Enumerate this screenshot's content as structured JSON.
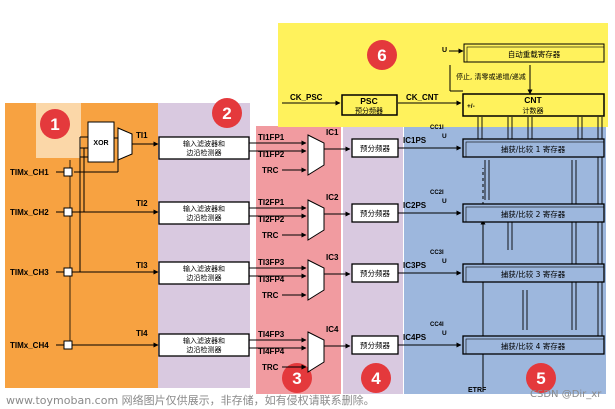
{
  "diagram": {
    "zones": [
      {
        "number": "1",
        "color": "#f7a241"
      },
      {
        "number": "2",
        "color": "#d9c9e0"
      },
      {
        "number": "3",
        "color": "#f19ba0"
      },
      {
        "number": "4",
        "color": "#d9c9e0"
      },
      {
        "number": "5",
        "color": "#9db7dd"
      },
      {
        "number": "6",
        "color": "#fff25c"
      }
    ],
    "inputs": [
      "TIMx_CH1",
      "TIMx_CH2",
      "TIMx_CH3",
      "TIMx_CH4"
    ],
    "xor_label": "XOR",
    "ti_labels": [
      "TI1",
      "TI2",
      "TI3",
      "TI4"
    ],
    "filter_label": [
      "输入滤波器和",
      "边沿检测器"
    ],
    "tifp_labels": [
      [
        "TI1FP1",
        "TI1FP2"
      ],
      [
        "TI2FP1",
        "TI2FP2"
      ],
      [
        "TI3FP3",
        "TI3FP4"
      ],
      [
        "TI4FP3",
        "TI4FP4"
      ]
    ],
    "trc_label": "TRC",
    "ic_labels": [
      "IC1",
      "IC2",
      "IC3",
      "IC4"
    ],
    "prescaler_label": "预分频器",
    "icps_labels": [
      "IC1PS",
      "IC2PS",
      "IC3PS",
      "IC4PS"
    ],
    "cci_labels": [
      "CC1I",
      "CC2I",
      "CC3I",
      "CC4I"
    ],
    "u_label": "U",
    "capture_labels": [
      "捕获/比较 1 寄存器",
      "捕获/比较 2 寄存器",
      "捕获/比较 3 寄存器",
      "捕获/比较 4 寄存器"
    ],
    "etrf_label": "ETRF",
    "ck_psc": "CK_PSC",
    "ck_cnt": "CK_CNT",
    "psc": {
      "title": "PSC",
      "sub": "预分频器"
    },
    "cnt": {
      "title": "CNT",
      "sub": "计数器",
      "pm": "+/-"
    },
    "reload_label": "自动重载寄存器",
    "stop_label": "停止, 清零或递增/递减"
  },
  "watermark_left": "www.toymoban.com 网络图片仅供展示，非存储，如有侵权请联系删除。",
  "watermark_right": "CSDN @Dir_xr"
}
